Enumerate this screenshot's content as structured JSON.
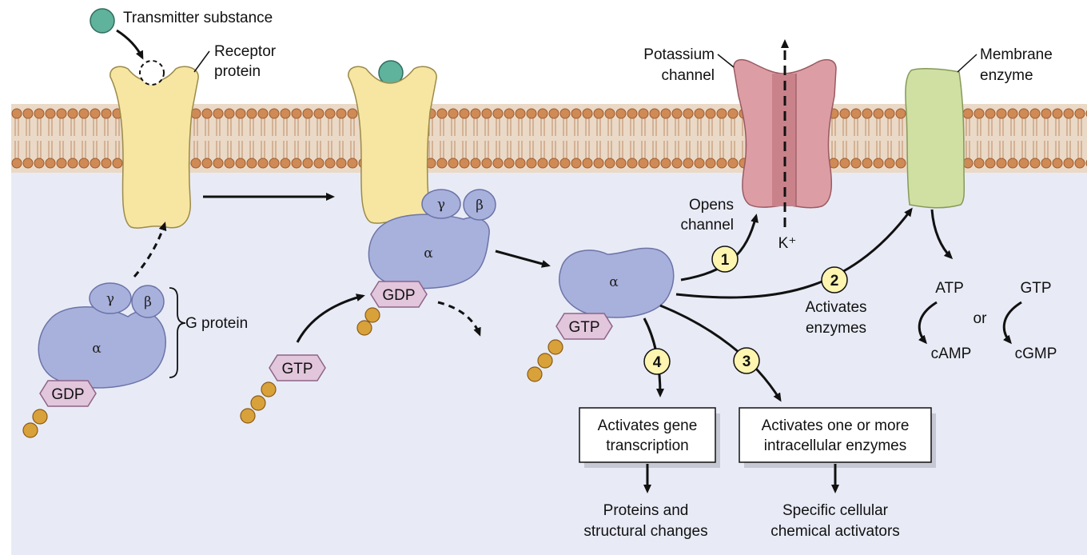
{
  "colors": {
    "cytoplasm": "#e8ebf6",
    "membrane": "#ead9c6",
    "lipid_head": "#cf8a55",
    "receptor": "#f6e6a2",
    "g_protein": "#a8b1dc",
    "nucleotide": "#e2c6dc",
    "phosphate": "#d8a13a",
    "transmitter": "#5fb29c",
    "potassium_channel": "#dc9ea4",
    "membrane_enzyme": "#cfe0a2",
    "step_marker": "#fdf5b0"
  },
  "labels": {
    "transmitter": "Transmitter substance",
    "receptor_line1": "Receptor",
    "receptor_line2": "protein",
    "g_protein": "G protein",
    "potassium_line1": "Potassium",
    "potassium_line2": "channel",
    "enzyme_line1": "Membrane",
    "enzyme_line2": "enzyme",
    "opens_line1": "Opens",
    "opens_line2": "channel",
    "k_ion": "K⁺",
    "activates_line1": "Activates",
    "activates_line2": "enzymes",
    "atp": "ATP",
    "camp": "cAMP",
    "or": "or",
    "gtp_right": "GTP",
    "cgmp": "cGMP",
    "proteins_line1": "Proteins and",
    "proteins_line2": "structural changes",
    "specific_line1": "Specific cellular",
    "specific_line2": "chemical activators"
  },
  "subunits": {
    "alpha": "α",
    "beta": "β",
    "gamma": "γ"
  },
  "nucleotides": {
    "gdp": "GDP",
    "gtp": "GTP"
  },
  "steps": [
    "1",
    "2",
    "3",
    "4"
  ],
  "boxes": {
    "gene_line1": "Activates gene",
    "gene_line2": "transcription",
    "enzymes_line1": "Activates one or more",
    "enzymes_line2": "intracellular enzymes"
  }
}
